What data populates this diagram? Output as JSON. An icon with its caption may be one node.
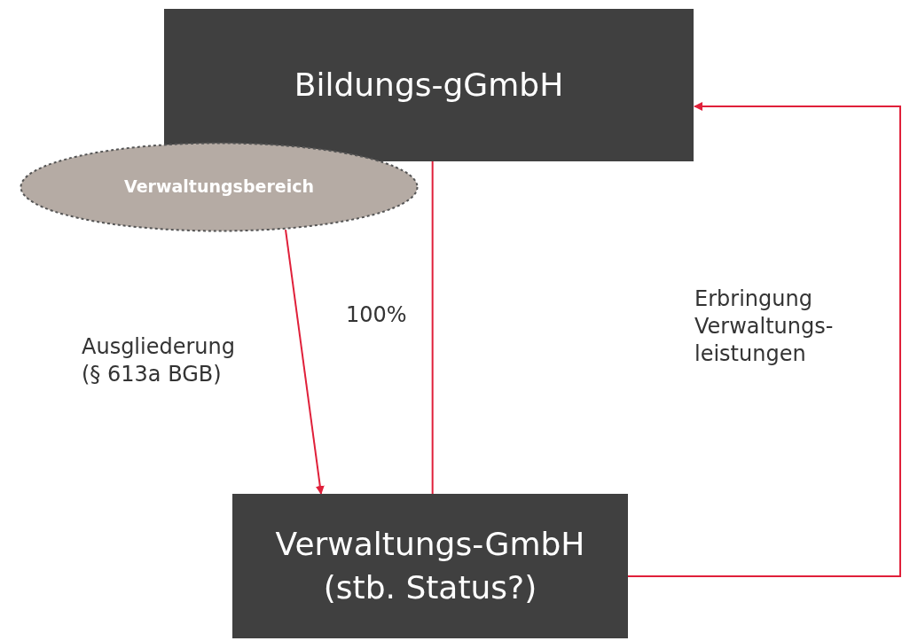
{
  "diagram": {
    "nodes": [
      {
        "text": [
          "Bildungs-gGmbH"
        ]
      },
      {
        "text": [
          "Verwaltungsbereich"
        ]
      },
      {
        "text": [
          "Verwaltungs-GmbH (stb. Status?)"
        ]
      }
    ],
    "edges": [
      {
        "from": 1,
        "to": 2,
        "arrow": "to",
        "label": "Ausgliederung (§ 613a BGB)"
      },
      {
        "from": 0,
        "to": 2,
        "arrow": "none",
        "label": "100%"
      },
      {
        "from": 2,
        "to": 0,
        "arrow": "to",
        "label": "Erbringung Verwaltungs- leistungen"
      }
    ]
  }
}
